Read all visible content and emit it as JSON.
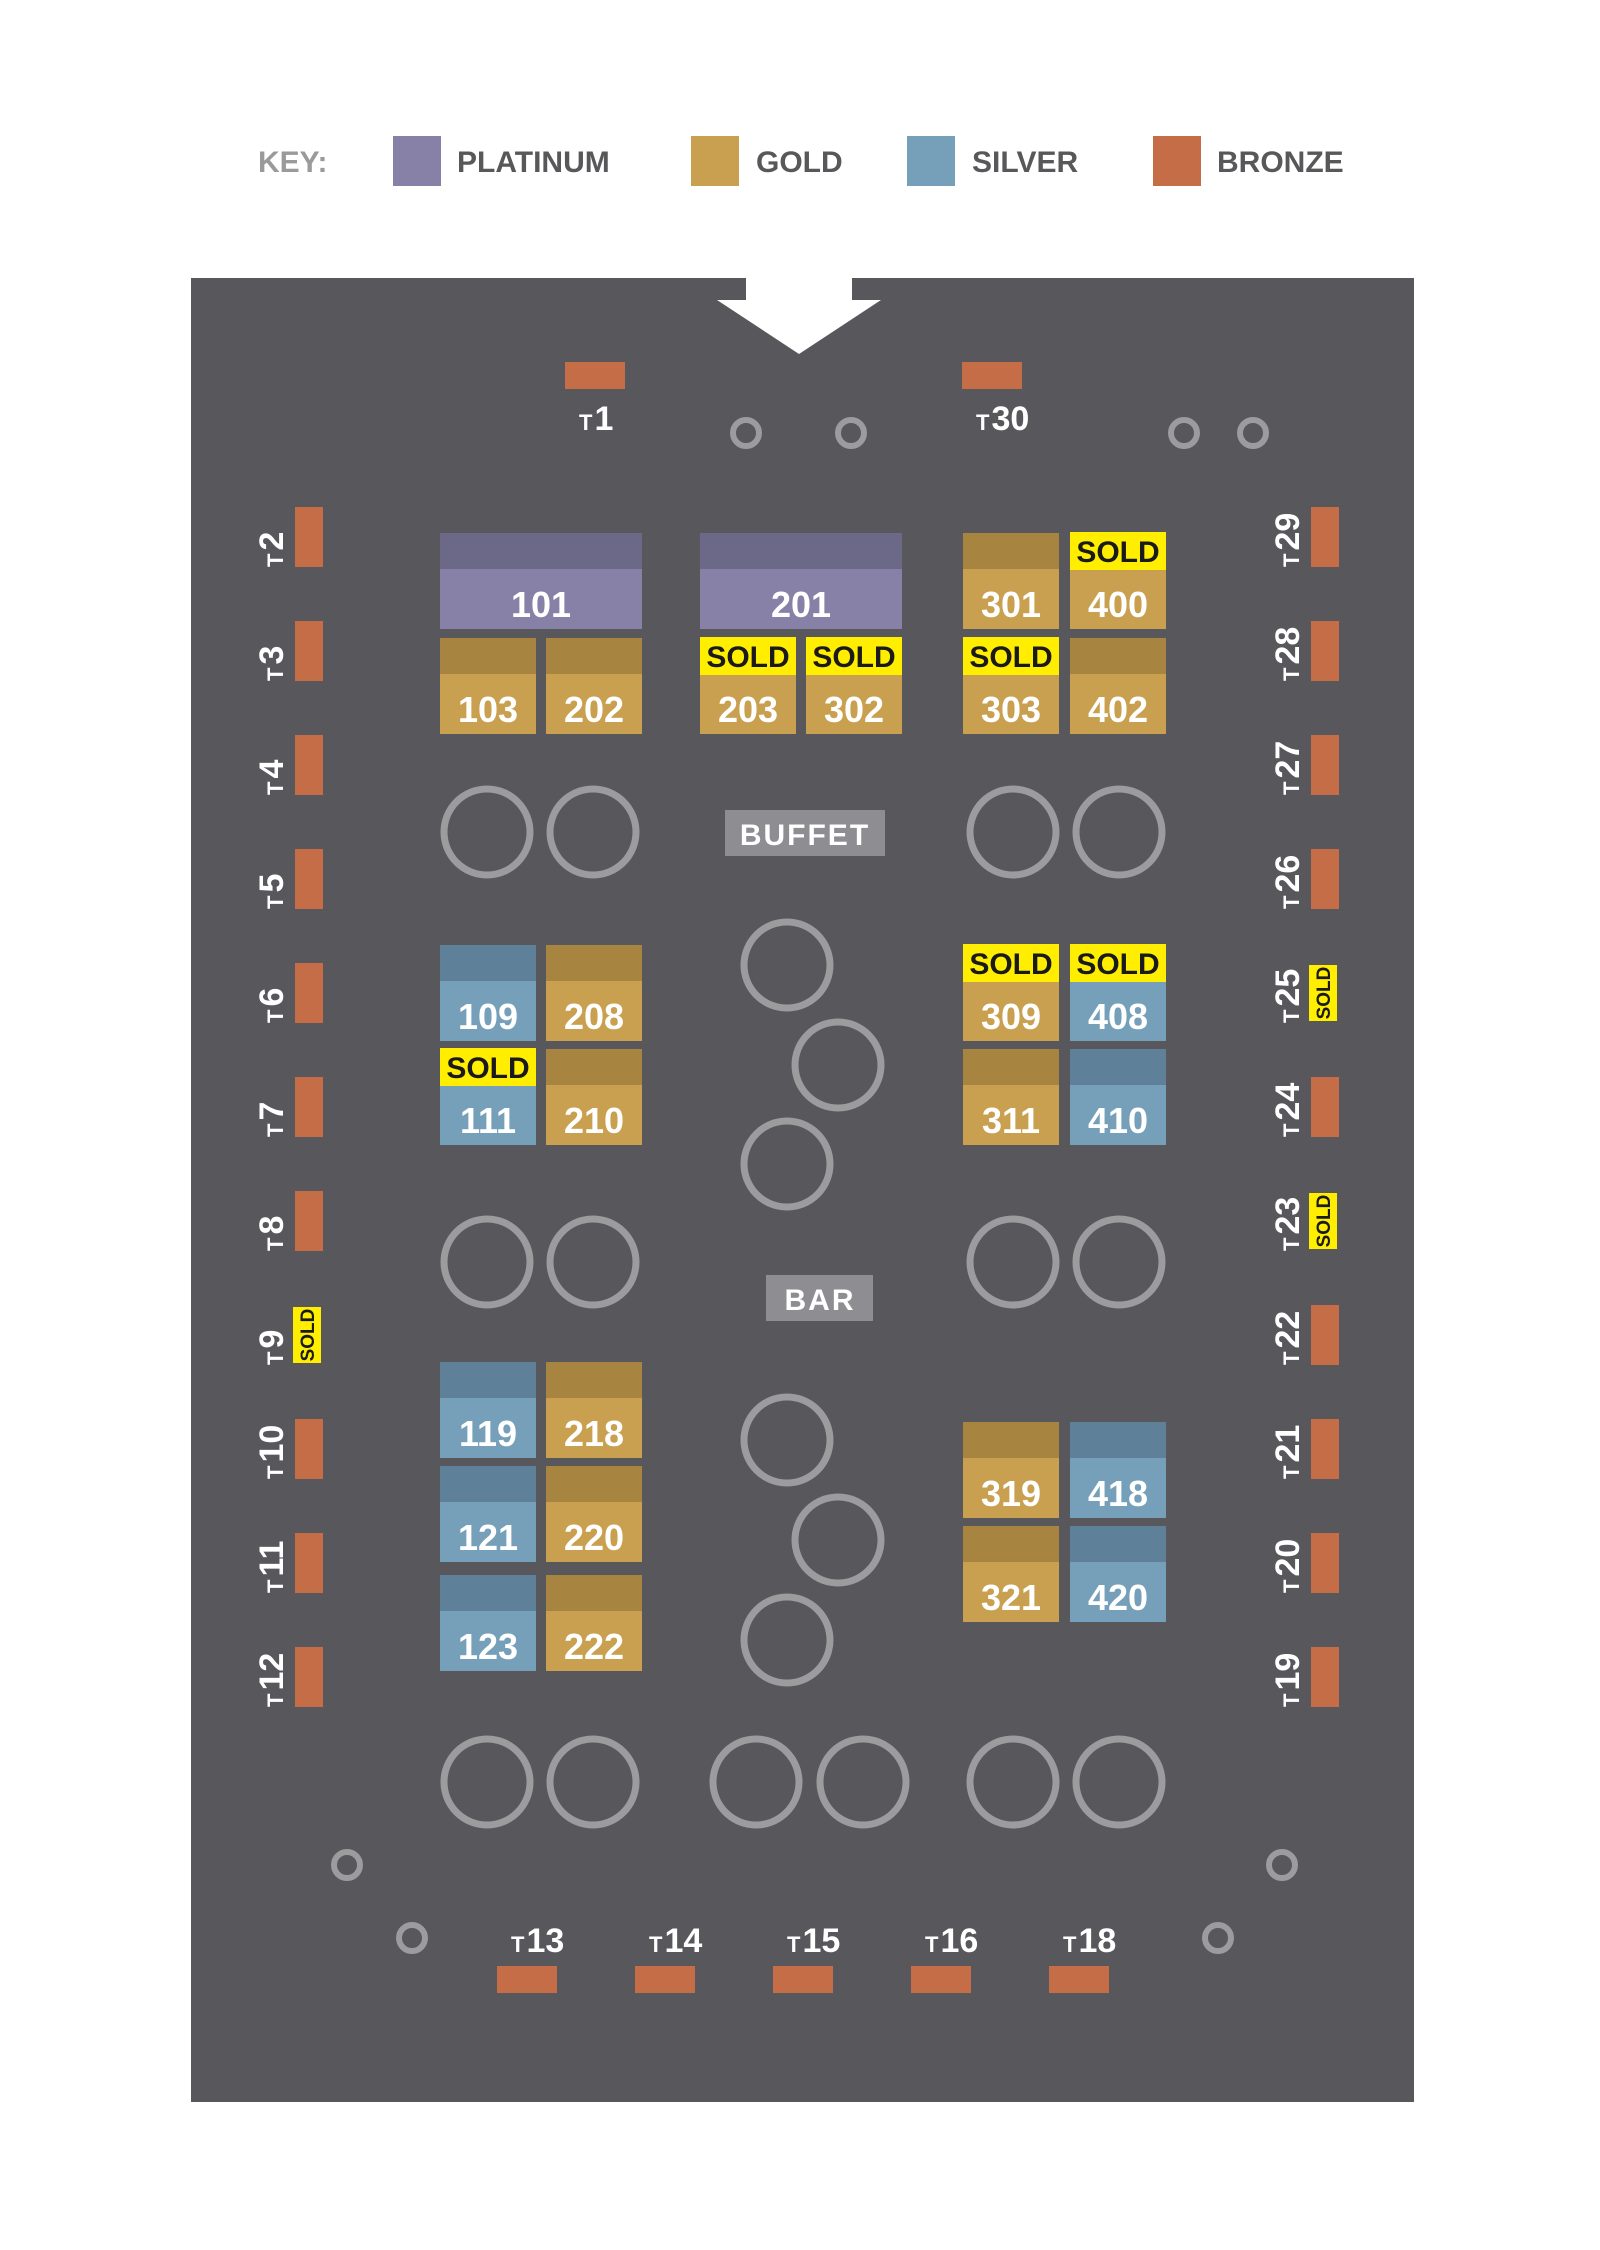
{
  "key": {
    "title": "KEY:",
    "items": [
      {
        "id": "platinum",
        "label": "PLATINUM",
        "color": "#8781a8"
      },
      {
        "id": "gold",
        "label": "GOLD",
        "color": "#c9a04f"
      },
      {
        "id": "silver",
        "label": "SILVER",
        "color": "#76a0ba"
      },
      {
        "id": "bronze",
        "label": "BRONZE",
        "color": "#c56d47"
      }
    ]
  },
  "colors": {
    "floor": "#58575c",
    "sold_badge": "#ffee00",
    "ring": "#9c9c9e",
    "feature_box": "#8e8d91",
    "entrance_arrow": "#ffffff"
  },
  "sold_label": "SOLD",
  "features": {
    "buffet": "BUFFET",
    "bar": "BAR"
  },
  "booths": [
    {
      "number": "101",
      "tier": "platinum",
      "sold": false
    },
    {
      "number": "201",
      "tier": "platinum",
      "sold": false
    },
    {
      "number": "301",
      "tier": "gold",
      "sold": false
    },
    {
      "number": "400",
      "tier": "gold",
      "sold": true
    },
    {
      "number": "103",
      "tier": "gold",
      "sold": false
    },
    {
      "number": "202",
      "tier": "gold",
      "sold": false
    },
    {
      "number": "203",
      "tier": "gold",
      "sold": true
    },
    {
      "number": "302",
      "tier": "gold",
      "sold": true
    },
    {
      "number": "303",
      "tier": "gold",
      "sold": true
    },
    {
      "number": "402",
      "tier": "gold",
      "sold": false
    },
    {
      "number": "109",
      "tier": "silver",
      "sold": false
    },
    {
      "number": "208",
      "tier": "gold",
      "sold": false
    },
    {
      "number": "111",
      "tier": "silver",
      "sold": true
    },
    {
      "number": "210",
      "tier": "gold",
      "sold": false
    },
    {
      "number": "309",
      "tier": "gold",
      "sold": true
    },
    {
      "number": "408",
      "tier": "silver",
      "sold": true
    },
    {
      "number": "311",
      "tier": "gold",
      "sold": false
    },
    {
      "number": "410",
      "tier": "silver",
      "sold": false
    },
    {
      "number": "119",
      "tier": "silver",
      "sold": false
    },
    {
      "number": "218",
      "tier": "gold",
      "sold": false
    },
    {
      "number": "121",
      "tier": "silver",
      "sold": false
    },
    {
      "number": "220",
      "tier": "gold",
      "sold": false
    },
    {
      "number": "123",
      "tier": "silver",
      "sold": false
    },
    {
      "number": "222",
      "tier": "gold",
      "sold": false
    },
    {
      "number": "319",
      "tier": "gold",
      "sold": false
    },
    {
      "number": "418",
      "tier": "silver",
      "sold": false
    },
    {
      "number": "321",
      "tier": "gold",
      "sold": false
    },
    {
      "number": "420",
      "tier": "silver",
      "sold": false
    }
  ],
  "tables": [
    {
      "prefix": "T",
      "number": "1",
      "tier": "bronze",
      "sold": false
    },
    {
      "prefix": "T",
      "number": "30",
      "tier": "bronze",
      "sold": false
    },
    {
      "prefix": "T",
      "number": "2",
      "tier": "bronze",
      "sold": false
    },
    {
      "prefix": "T",
      "number": "3",
      "tier": "bronze",
      "sold": false
    },
    {
      "prefix": "T",
      "number": "4",
      "tier": "bronze",
      "sold": false
    },
    {
      "prefix": "T",
      "number": "5",
      "tier": "bronze",
      "sold": false
    },
    {
      "prefix": "T",
      "number": "6",
      "tier": "bronze",
      "sold": false
    },
    {
      "prefix": "T",
      "number": "7",
      "tier": "bronze",
      "sold": false
    },
    {
      "prefix": "T",
      "number": "8",
      "tier": "bronze",
      "sold": false
    },
    {
      "prefix": "T",
      "number": "9",
      "tier": "bronze",
      "sold": true
    },
    {
      "prefix": "T",
      "number": "10",
      "tier": "bronze",
      "sold": false
    },
    {
      "prefix": "T",
      "number": "11",
      "tier": "bronze",
      "sold": false
    },
    {
      "prefix": "T",
      "number": "12",
      "tier": "bronze",
      "sold": false
    },
    {
      "prefix": "T",
      "number": "29",
      "tier": "bronze",
      "sold": false
    },
    {
      "prefix": "T",
      "number": "28",
      "tier": "bronze",
      "sold": false
    },
    {
      "prefix": "T",
      "number": "27",
      "tier": "bronze",
      "sold": false
    },
    {
      "prefix": "T",
      "number": "26",
      "tier": "bronze",
      "sold": false
    },
    {
      "prefix": "T",
      "number": "25",
      "tier": "bronze",
      "sold": true
    },
    {
      "prefix": "T",
      "number": "24",
      "tier": "bronze",
      "sold": false
    },
    {
      "prefix": "T",
      "number": "23",
      "tier": "bronze",
      "sold": true
    },
    {
      "prefix": "T",
      "number": "22",
      "tier": "bronze",
      "sold": false
    },
    {
      "prefix": "T",
      "number": "21",
      "tier": "bronze",
      "sold": false
    },
    {
      "prefix": "T",
      "number": "20",
      "tier": "bronze",
      "sold": false
    },
    {
      "prefix": "T",
      "number": "19",
      "tier": "bronze",
      "sold": false
    },
    {
      "prefix": "T",
      "number": "13",
      "tier": "bronze",
      "sold": false
    },
    {
      "prefix": "T",
      "number": "14",
      "tier": "bronze",
      "sold": false
    },
    {
      "prefix": "T",
      "number": "15",
      "tier": "bronze",
      "sold": false
    },
    {
      "prefix": "T",
      "number": "16",
      "tier": "bronze",
      "sold": false
    },
    {
      "prefix": "T",
      "number": "18",
      "tier": "bronze",
      "sold": false
    }
  ]
}
